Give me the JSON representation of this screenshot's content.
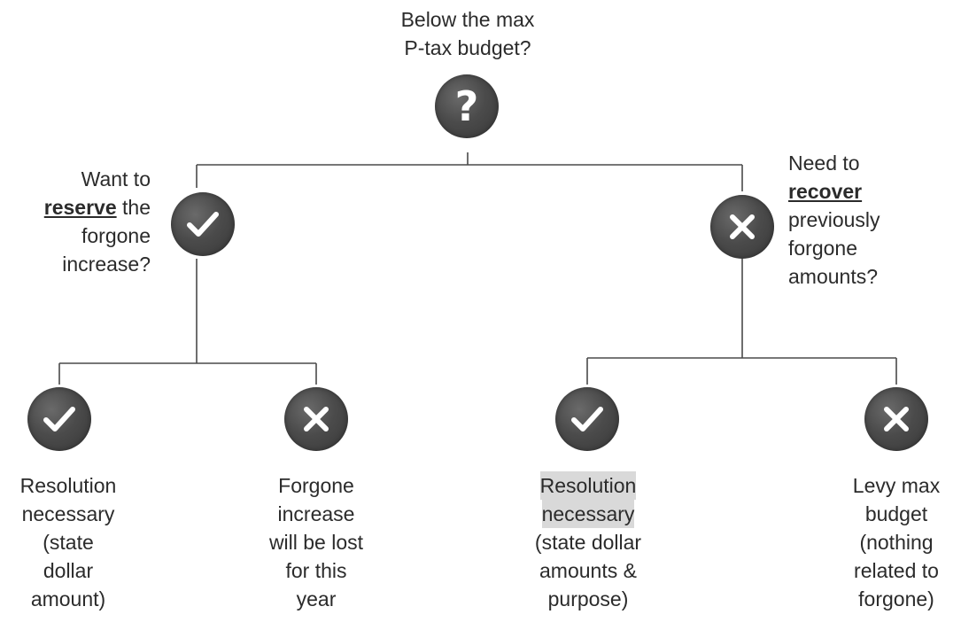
{
  "root": {
    "question_lines": [
      "Below the max",
      "P-tax budget?"
    ],
    "icon": "question-mark"
  },
  "left_branch": {
    "question_lines": [
      {
        "before": "Want to",
        "emphasis": "",
        "after": ""
      },
      {
        "before": "",
        "emphasis": "reserve",
        "after": " the"
      },
      {
        "before": "forgone",
        "emphasis": "",
        "after": ""
      },
      {
        "before": "increase?",
        "emphasis": "",
        "after": ""
      }
    ],
    "icon": "check-mark"
  },
  "right_branch": {
    "question_lines": [
      {
        "before": "Need to",
        "emphasis": "",
        "after": ""
      },
      {
        "before": "",
        "emphasis": "recover",
        "after": ""
      },
      {
        "before": "previously",
        "emphasis": "",
        "after": ""
      },
      {
        "before": "forgone",
        "emphasis": "",
        "after": ""
      },
      {
        "before": "amounts?",
        "emphasis": "",
        "after": ""
      }
    ],
    "icon": "x-mark"
  },
  "outcomes": [
    {
      "icon": "check-mark",
      "lines": [
        "Resolution",
        "necessary",
        "(state",
        "dollar",
        "amount)"
      ]
    },
    {
      "icon": "x-mark",
      "lines": [
        "Forgone",
        "increase",
        "will be lost",
        "for this",
        "year"
      ]
    },
    {
      "icon": "check-mark",
      "lines": [
        "Resolution",
        "necessary",
        "(state dollar",
        "amounts &",
        "purpose)"
      ]
    },
    {
      "icon": "x-mark",
      "lines": [
        "Levy max",
        "budget",
        "(nothing",
        "related to",
        "forgone)"
      ]
    }
  ],
  "colors": {
    "icon_fill": "#4b4b4b",
    "icon_glyph": "#ffffff",
    "connector": "#4a4a4a",
    "text": "#2b2b2b"
  }
}
